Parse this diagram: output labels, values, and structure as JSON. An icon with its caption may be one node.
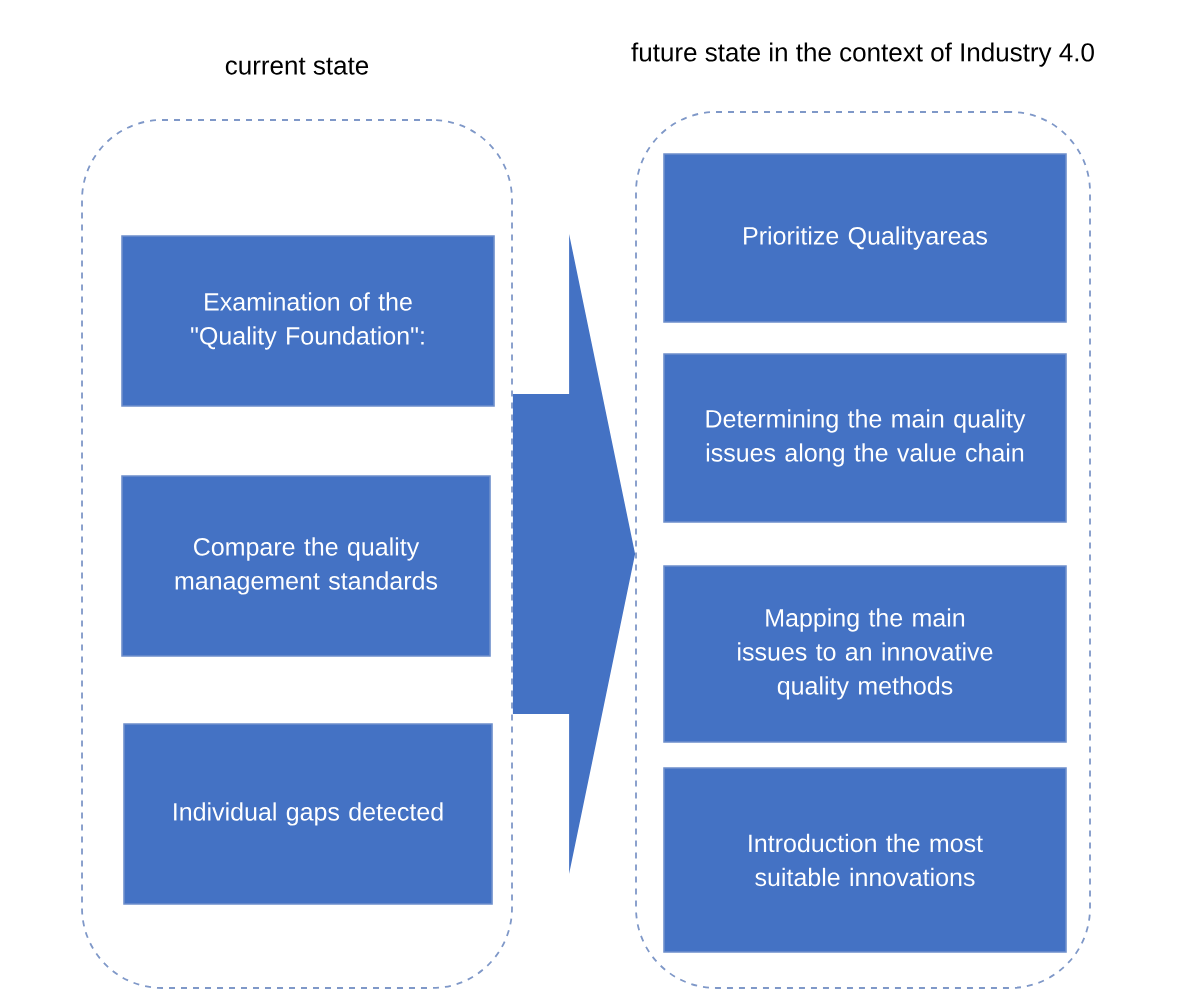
{
  "diagram": {
    "nodes": [
      {
        "text": [
          "current state"
        ]
      },
      {
        "text": [
          "Examination of the \"Quality Foundation\":"
        ],
        "in": 0
      },
      {
        "text": [
          "Compare the quality management standards"
        ],
        "in": 0
      },
      {
        "text": [
          "Individual gaps detected"
        ],
        "in": 0
      },
      {
        "text": [
          "future state in the context of Industry 4.0"
        ]
      },
      {
        "text": [
          "Prioritize Qualityareas"
        ],
        "in": 4
      },
      {
        "text": [
          "Determining the main quality issues along the value chain"
        ],
        "in": 4
      },
      {
        "text": [
          "Mapping the main issues to an innovative quality methods"
        ],
        "in": 4
      },
      {
        "text": [
          "Introduction  the most suitable innovations"
        ],
        "in": 4
      }
    ],
    "edges": [
      {
        "from": 0,
        "to": 4,
        "arrow": "to",
        "style": "thick"
      }
    ]
  }
}
